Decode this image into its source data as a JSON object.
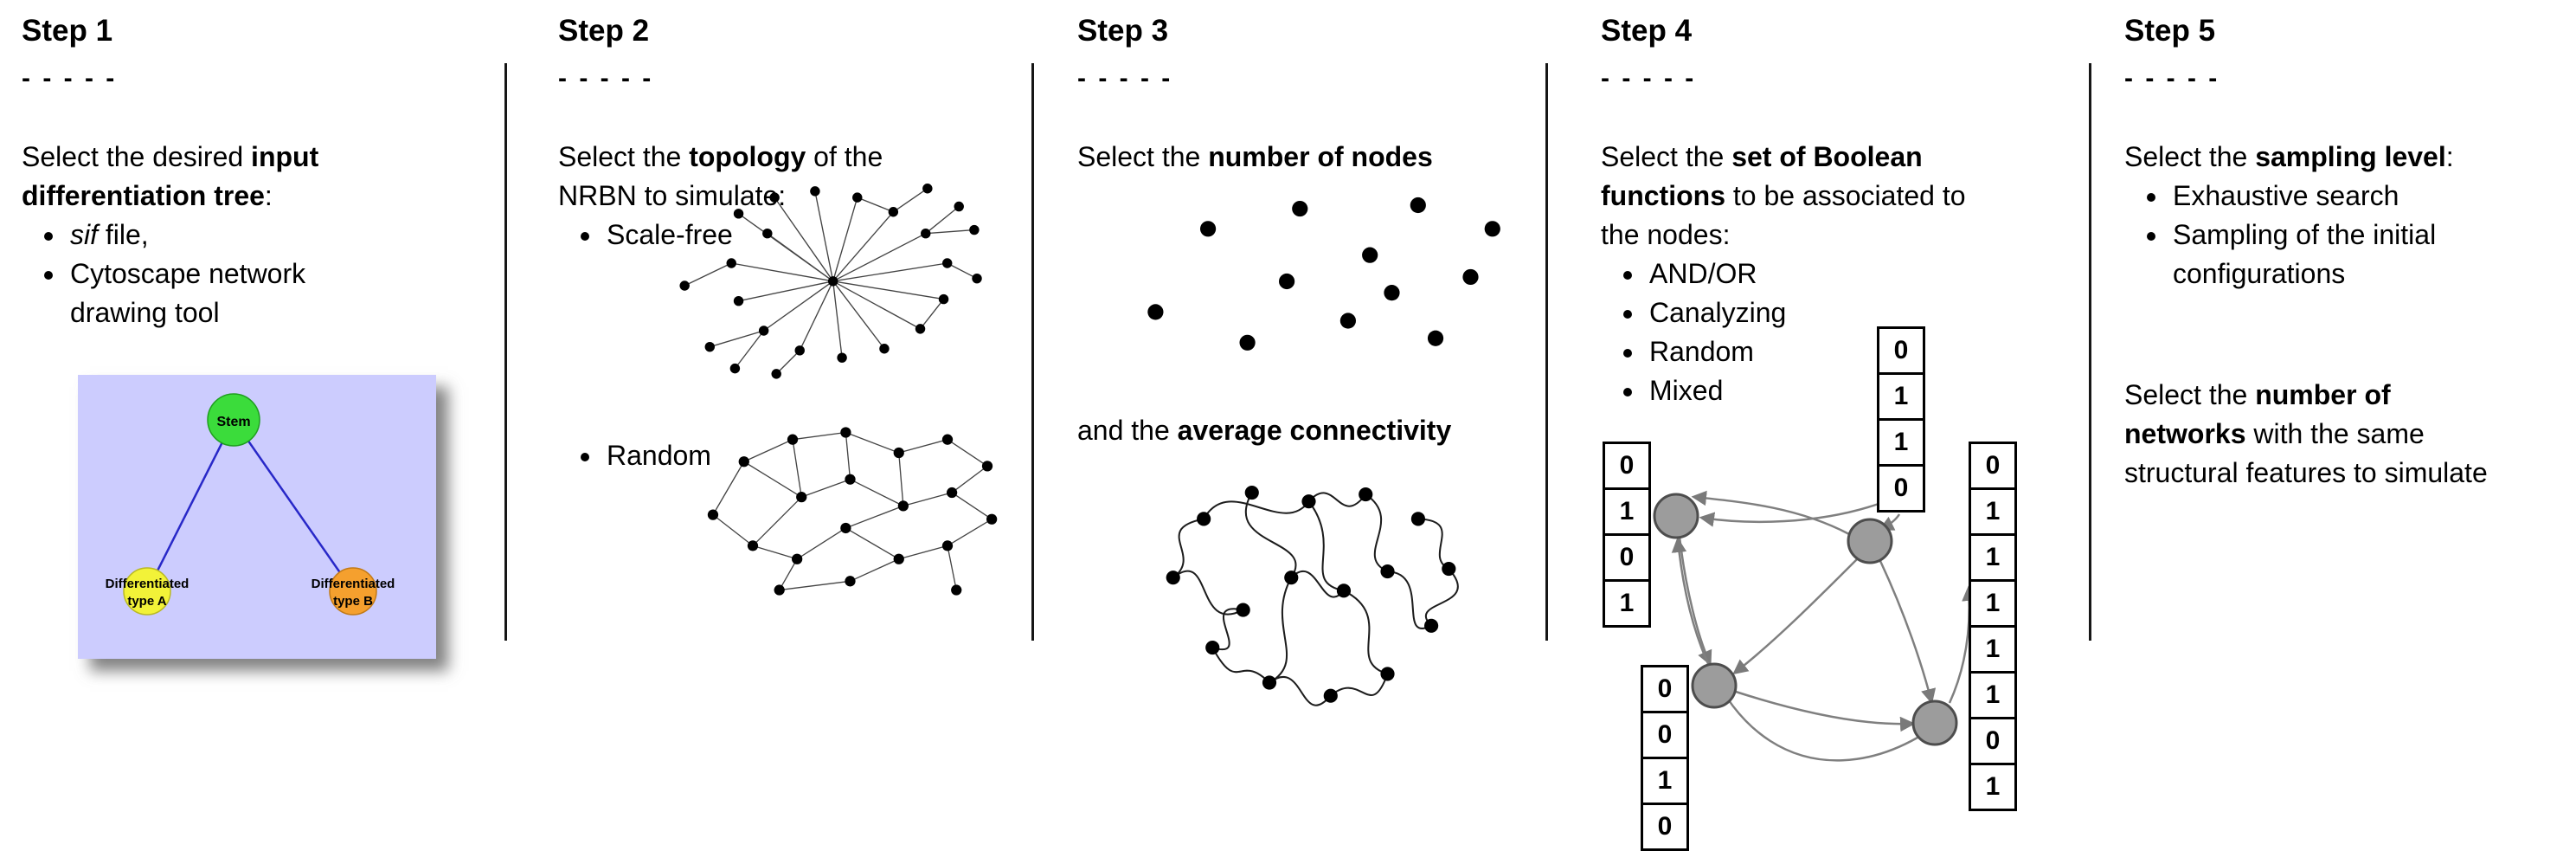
{
  "steps": {
    "s1": {
      "title": "Step 1",
      "dashes": "- - - - -",
      "intro": {
        "l1": {
          "t1": "Select the desired ",
          "b1": "input"
        },
        "l2": {
          "b1": "differentiation tree",
          "t1": ":"
        }
      },
      "bullets": {
        "b1_italic": "sif",
        "b1_rest": " file,",
        "b2": "Cytoscape network drawing tool"
      },
      "tree": {
        "root_label": "Stem",
        "leaf_a_line1": "Differentiated",
        "leaf_a_line2": "type A",
        "leaf_b_line1": "Differentiated",
        "leaf_b_line2": "type B",
        "colors": {
          "background": "#ccccfe",
          "root": "#3bdc3b",
          "leaf_a": "#f2f238",
          "leaf_b": "#f5a02e",
          "edge": "#2828c8"
        }
      }
    },
    "s2": {
      "title": "Step 2",
      "dashes": "- - - - -",
      "intro": {
        "l1": {
          "t1": "Select the ",
          "b1": "topology",
          "t2": " of the"
        },
        "l2": {
          "t1": "NRBN to simulate:"
        }
      },
      "bullets": {
        "b1": "Scale-free",
        "b2": "Random"
      }
    },
    "s3": {
      "title": "Step 3",
      "dashes": "- - - - -",
      "intro": {
        "l1": {
          "t1": "Select the ",
          "b1": "number of nodes"
        }
      },
      "connectivity": {
        "l1": {
          "t1": "and the ",
          "b1": "average connectivity"
        }
      }
    },
    "s4": {
      "title": "Step 4",
      "dashes": "- - - - -",
      "intro": {
        "l1": {
          "t1": "Select the ",
          "b1": "set of Boolean"
        },
        "l2": {
          "b1": "functions",
          "t1": " to be associated to"
        },
        "l3": {
          "t1": "the nodes:"
        }
      },
      "bullets": {
        "b1": "AND/OR",
        "b2": "Canalyzing",
        "b3": "Random",
        "b4": "Mixed"
      },
      "truth_tables": {
        "top": [
          "0",
          "1",
          "1",
          "0"
        ],
        "left": [
          "0",
          "1",
          "0",
          "1"
        ],
        "bottom_left": [
          "0",
          "0",
          "1",
          "0"
        ],
        "right": [
          "0",
          "1",
          "1",
          "1",
          "1",
          "1",
          "0",
          "1"
        ]
      }
    },
    "s5": {
      "title": "Step 5",
      "dashes": "- - - - -",
      "intro": {
        "l1": {
          "t1": "Select the ",
          "b1": "sampling level",
          "t2": ":"
        }
      },
      "bullets": {
        "b1": "Exhaustive search",
        "b2": "Sampling of the initial configurations"
      },
      "networks": {
        "l1": {
          "t1": "Select the ",
          "b1": "number of"
        },
        "l2": {
          "b1": "networks",
          "t1": " with the same"
        },
        "l3": {
          "t1": "structural features to simulate"
        }
      }
    }
  }
}
